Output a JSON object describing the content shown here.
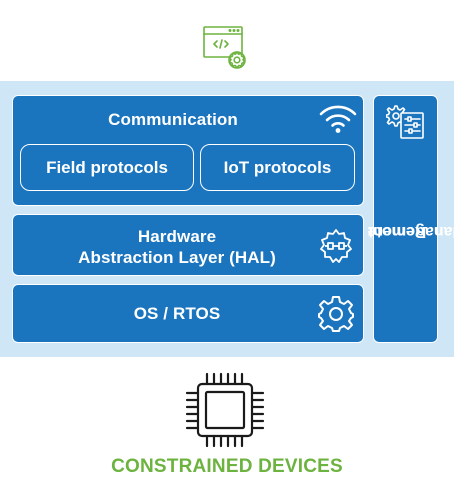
{
  "diagram": {
    "communication": {
      "title": "Communication",
      "field_protocols": "Field protocols",
      "iot_protocols": "IoT protocols"
    },
    "hal": {
      "line1": "Hardware",
      "line2": "Abstraction Layer (HAL)"
    },
    "os": {
      "title": "OS / RTOS"
    },
    "remote": {
      "line1": "Remote",
      "line2": "Management"
    },
    "caption": "CONSTRAINED DEVICES",
    "icons": [
      "code-window-gear-icon",
      "wifi-icon",
      "settings-panel-icon",
      "hal-gear-icon",
      "gear-icon",
      "chip-icon"
    ],
    "colors": {
      "box": "#1b75be",
      "band": "#cfe6f6",
      "caption": "#6db33f",
      "icon_top": "#6db33f"
    }
  }
}
